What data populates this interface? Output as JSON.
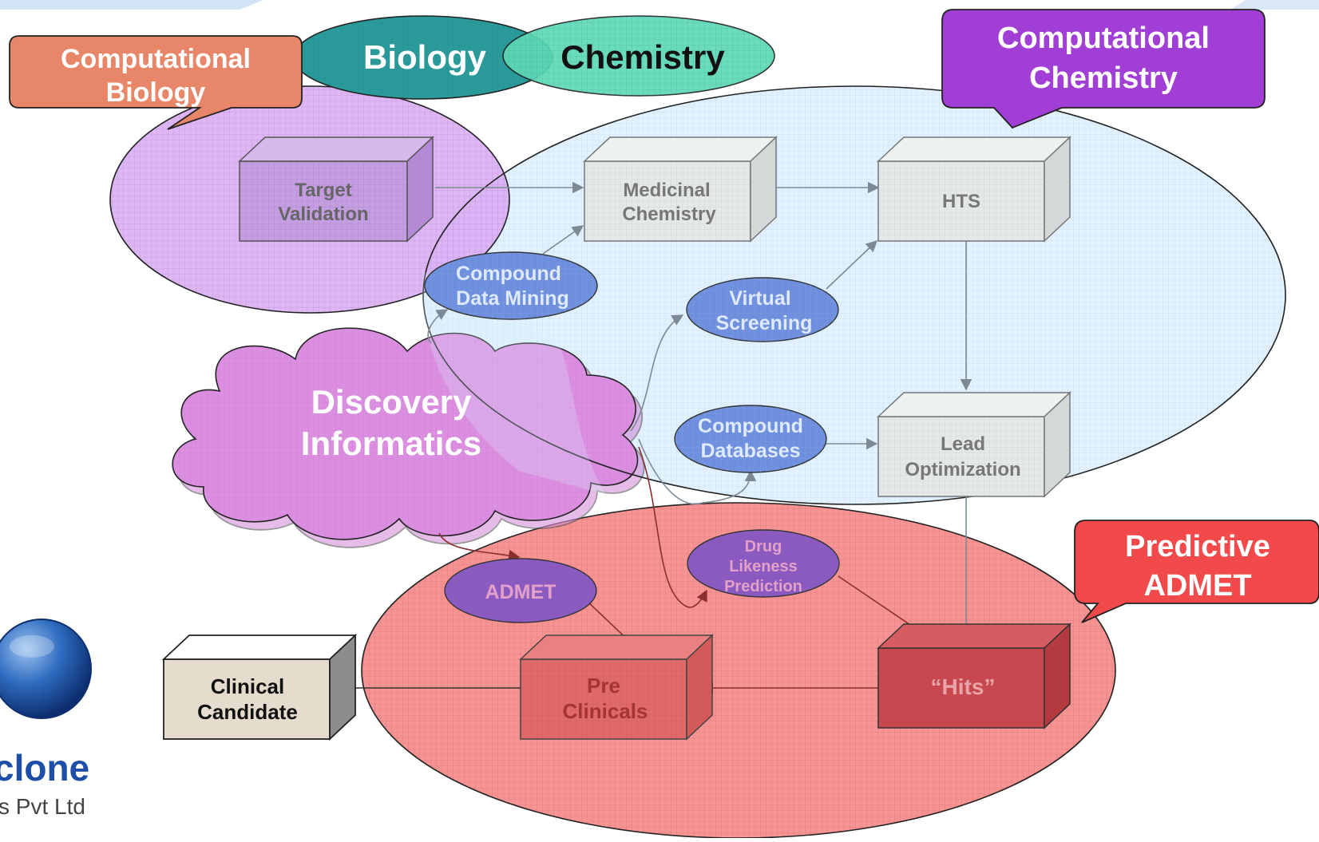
{
  "callouts": {
    "computational_biology": [
      "Computational",
      "Biology"
    ],
    "biology": "Biology",
    "chemistry": "Chemistry",
    "computational_chemistry": [
      "Computational",
      "Chemistry"
    ],
    "predictive_admet": [
      "Predictive",
      "ADMET"
    ],
    "discovery_informatics": [
      "Discovery",
      "Informatics"
    ]
  },
  "boxes": {
    "target_validation": [
      "Target",
      "Validation"
    ],
    "medicinal_chemistry": [
      "Medicinal",
      "Chemistry"
    ],
    "hts": "HTS",
    "lead_optimization": [
      "Lead",
      "Optimization"
    ],
    "hits": "“Hits”",
    "pre_clinicals": [
      "Pre",
      "Clinicals"
    ],
    "clinical_candidate": [
      "Clinical",
      "Candidate"
    ]
  },
  "tools": {
    "compound_data_mining": [
      "Compound",
      "Data Mining"
    ],
    "virtual_screening": [
      "Virtual",
      "Screening"
    ],
    "compound_databases": [
      "Compound",
      "Databases"
    ],
    "admet": "ADMET",
    "drug_likeness": [
      "Drug",
      "Likeness",
      "Prediction"
    ]
  },
  "logo": {
    "name_fragment": "clone",
    "company_fragment": "s Pvt Ltd"
  },
  "colors": {
    "bio_purple": "#d9a9f2",
    "chem_blue": "#dcefff",
    "admet_red": "#f26b6b",
    "box_grey": "#e8eaea",
    "tool_blue": "#6e8fde",
    "tool_purple": "#8a5ac0",
    "logo_blue": "#1d4fa8"
  }
}
